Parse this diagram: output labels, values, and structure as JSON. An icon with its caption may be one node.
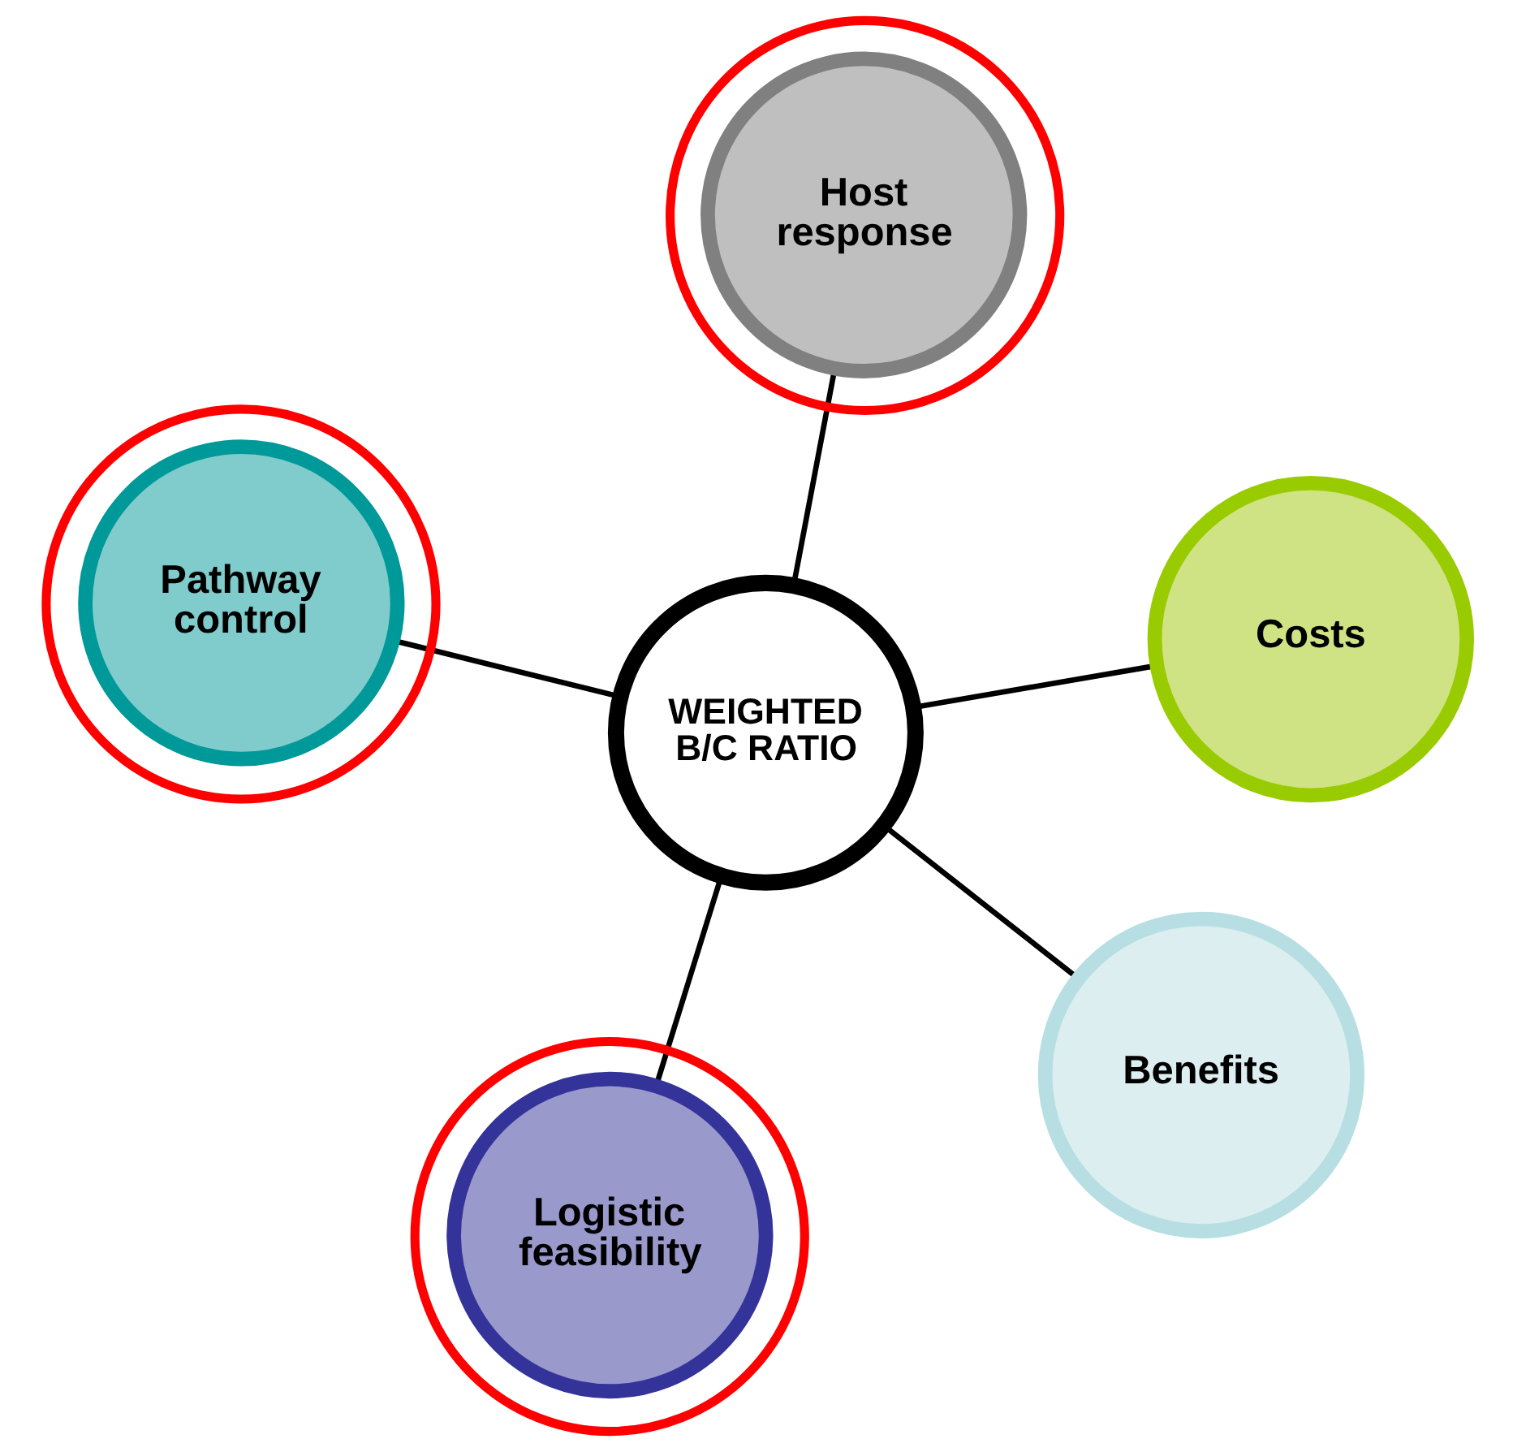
{
  "diagram": {
    "nodes": [
      {
        "text": [],
        "shape": "circle"
      },
      {
        "text": [
          "Pathway control"
        ],
        "in": 0
      },
      {
        "text": [
          "Costs"
        ]
      },
      {
        "text": [],
        "shape": "circle"
      },
      {
        "text": [
          "Host response"
        ],
        "in": 3
      },
      {
        "text": [
          "WEIGHTED B/C RATIO"
        ]
      },
      {
        "text": [
          "Benefits"
        ]
      },
      {
        "text": [],
        "shape": "circle"
      },
      {
        "text": [
          "Logistic feasibility"
        ],
        "in": 7
      }
    ],
    "edges": [
      {
        "from": 1,
        "to": 5,
        "arrow": "none"
      },
      {
        "from": 5,
        "to": 2,
        "arrow": "none"
      },
      {
        "from": 5,
        "to": 4,
        "arrow": "none"
      },
      {
        "from": 5,
        "to": 6,
        "arrow": "none"
      },
      {
        "from": 5,
        "to": 8,
        "arrow": "none"
      }
    ]
  }
}
